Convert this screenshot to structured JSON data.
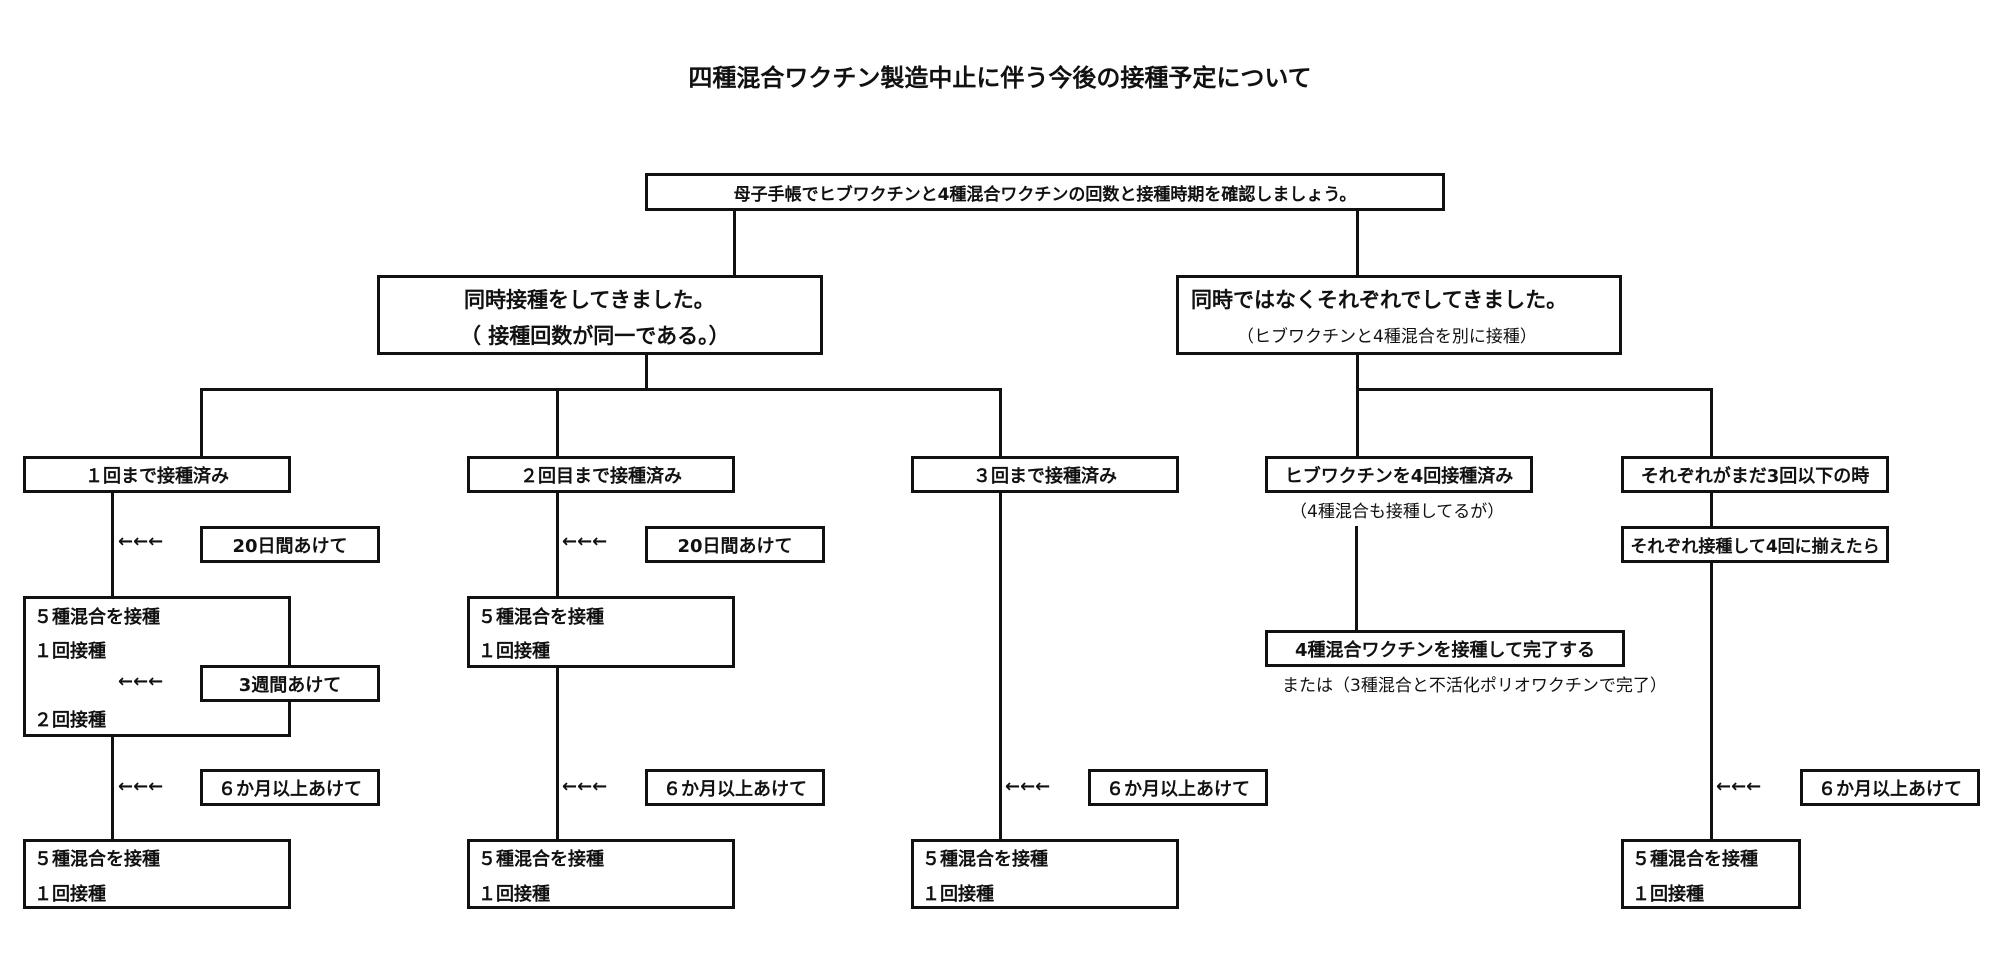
{
  "title": "四種混合ワクチン製造中止に伴う今後の接種予定について",
  "root": "母子手帳でヒブワクチンと4種混合ワクチンの回数と接種時期を確認しましょう。",
  "left_branch": {
    "line1": "同時接種をしてきました。",
    "line2": "（ 接種回数が同一である。）"
  },
  "right_branch": {
    "line1": "同時ではなくそれぞれでしてきました。",
    "line2": "（ヒブワクチンと4種混合を別に接種）"
  },
  "arrow": "←←←",
  "col1": {
    "head": "１回まで接種済み",
    "interval1": "20日間あけて",
    "mid_line1": "５種混合を接種",
    "mid_line2": "１回接種",
    "interval_inner": "3週間あけて",
    "mid_line3": "２回接種",
    "interval2": "６か月以上あけて",
    "end_line1": "５種混合を接種",
    "end_line2": "１回接種"
  },
  "col2": {
    "head": "２回目まで接種済み",
    "interval1": "20日間あけて",
    "mid_line1": "５種混合を接種",
    "mid_line2": "１回接種",
    "interval2": "６か月以上あけて",
    "end_line1": "５種混合を接種",
    "end_line2": "１回接種"
  },
  "col3": {
    "head": "３回まで接種済み",
    "interval2": "６か月以上あけて",
    "end_line1": "５種混合を接種",
    "end_line2": "１回接種"
  },
  "col4": {
    "head": "ヒブワクチンを4回接種済み",
    "note": "（4種混合も接種してるが）",
    "end": "4種混合ワクチンを接種して完了する",
    "alt": "または（3種混合と不活化ポリオワクチンで完了）"
  },
  "col5": {
    "head": "それぞれがまだ3回以下の時",
    "step": "それぞれ接種して4回に揃えたら",
    "interval2": "６か月以上あけて",
    "end_line1": "５種混合を接種",
    "end_line2": "１回接種"
  }
}
